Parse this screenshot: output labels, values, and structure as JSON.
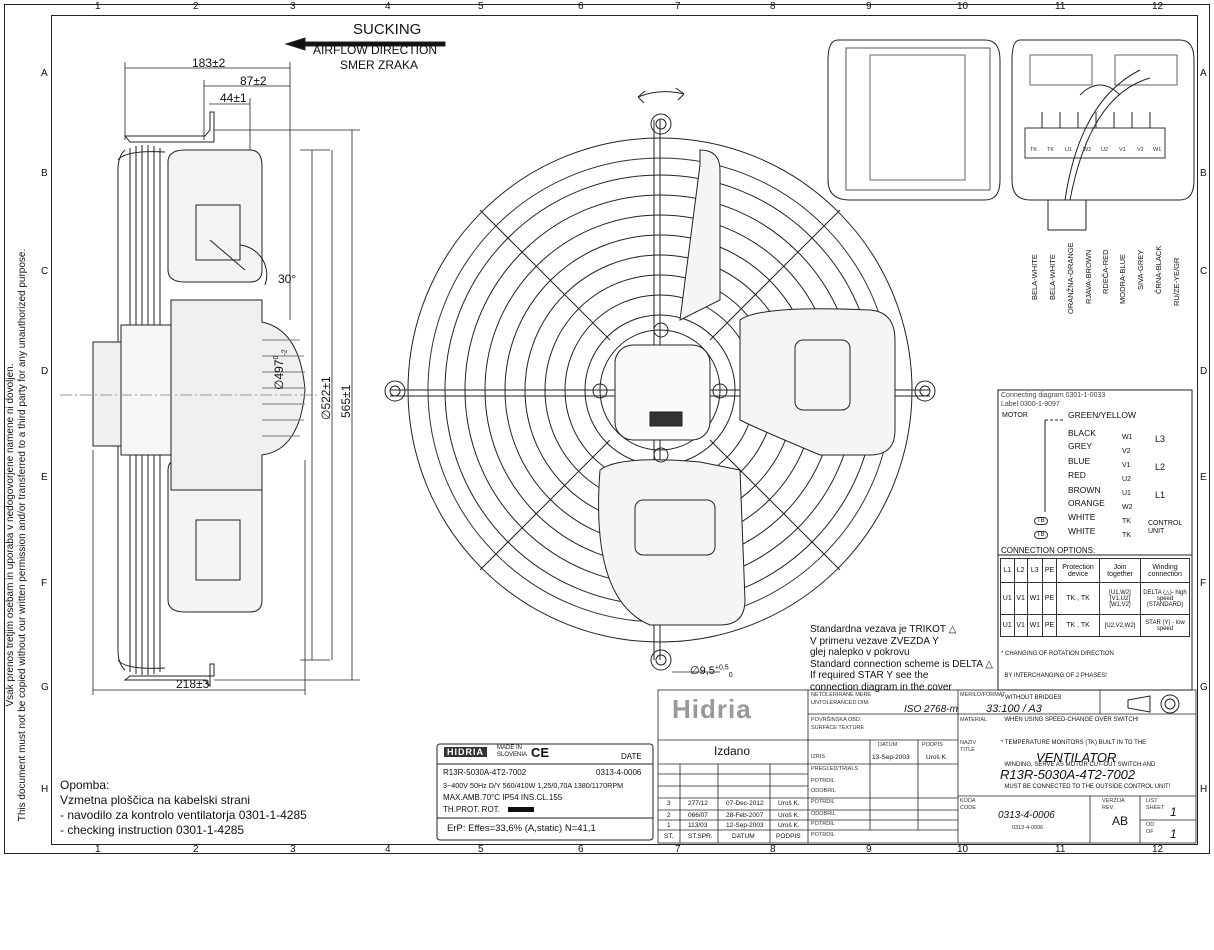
{
  "frame": {
    "col_numbers": [
      "1",
      "2",
      "3",
      "4",
      "5",
      "6",
      "7",
      "8",
      "9",
      "10",
      "11",
      "12"
    ],
    "row_letters": [
      "A",
      "B",
      "C",
      "D",
      "E",
      "F",
      "G",
      "H"
    ],
    "side_text_1": "Vsak prenos tretjim osebam in uporaba v nedogovorjene namene ni dovoljen.",
    "side_text_2": "This document must not be copied without our written permission and/or transferred to a third party for any unauthorized purpose."
  },
  "airflow": {
    "title": "SUCKING",
    "line1": "AIRFLOW DIRECTION",
    "line2": "SMER ZRAKA"
  },
  "dimensions": {
    "d183": "183±2",
    "d87": "87±2",
    "d44": "44±1",
    "angle": "30°",
    "d497": "∅497",
    "d497_tol_up": "0",
    "d497_tol_down": "-2",
    "d522": "∅522±1",
    "d565": "565±1",
    "d218": "218±3",
    "hole": "∅9,5",
    "hole_tol_up": "+0,5",
    "hole_tol_down": "0"
  },
  "wiring": {
    "colors": [
      "BELA-WHITE",
      "BELA-WHITE",
      "ORANŽNA-ORANGE",
      "RJAVA-BROWN",
      "RDEČA-RED",
      "MODRA-BLUE",
      "SIVA-GREY",
      "ČRNA-BLACK",
      "RU/ZE-YE/GR"
    ],
    "connecting_diagram": "Connecting diagram 0301-1-0033",
    "label": "Label 0300-1-9097",
    "motor": "MOTOR",
    "wires": [
      "GREEN/YELLOW",
      "BLACK",
      "GREY",
      "BLUE",
      "RED",
      "BROWN",
      "ORANGE",
      "WHITE",
      "WHITE"
    ],
    "terminals": [
      "W1",
      "V2",
      "V1",
      "U2",
      "U1",
      "W2",
      "TK",
      "TK"
    ],
    "lines": [
      "L3",
      "L2",
      "L1"
    ],
    "control_unit": "CONTROL\nUNIT",
    "tb": "TB",
    "connection_options_title": "CONNECTION OPTIONS:",
    "table_headers": [
      "L1",
      "L2",
      "L3",
      "PE",
      "Protection device",
      "Join together",
      "Winding connection"
    ],
    "table_rows": [
      [
        "U1",
        "V1",
        "W1",
        "PE",
        "TK , TK",
        "[U1,W2] [V1,U2] [W1,V2]",
        "DELTA (△)- high speed (STANDARD)"
      ],
      [
        "U1",
        "V1",
        "W1",
        "PE",
        "TK , TK",
        "[U2,V2,W2]",
        "STAR (Y) - low speed"
      ]
    ],
    "notes": [
      "* CHANGING OF ROTATION DIRECTION",
      "  BY INTERCHANGING OF 2 PHASES!",
      "* WITHOUT BRIDGES",
      "  WHEN USING SPEED-CHANGE OVER SWITCH!",
      "* TEMPERATURE MONITORS (TK) BUILT IN TO THE",
      "  WINDING, SERVE AS MOTOR CUT-OUT SWITCH AND",
      "  MUST BE CONNECTED TO THE OUTSIDE CONTROL UNIT!"
    ],
    "terminal_block_labels": [
      "TK",
      "TK",
      "U1",
      "W2",
      "U2",
      "V1",
      "V2",
      "W1"
    ]
  },
  "standard_note": [
    "Standardna vezava je TRIKOT △",
    "V primeru vezave ZVEZDA Y",
    "glej nalepko v pokrovu",
    "Standard connection scheme is DELTA △",
    "If required STAR Y  see the",
    "connection diagram in the cover"
  ],
  "nameplate": {
    "brand": "HIDRIA",
    "made_in": "MADE IN\nSLOVENIA",
    "ce": "CE",
    "date": "DATE",
    "model": "R13R-5030A-4T2-7002",
    "code": "0313-4-0006",
    "specs": "3~400V 50Hz D/Y 560/410W 1,25/0,70A 1380/1170RPM",
    "amb": "MAX.AMB.70°C IP54 INS.CL.155",
    "thprot": "TH.PROT. ROT.",
    "erp": "ErP: Effes=33,6%  (A,static)  N=41,1"
  },
  "opomba": {
    "title": "Opomba:",
    "l1": "Vzmetna ploščica na kabelski strani",
    "l2": "- navodilo za kontrolo ventilatorja 0301-1-4285",
    "l3": "- checking instruction 0301-1-4285"
  },
  "title_block": {
    "logo": "Hidria",
    "tol_sl": "NETOLERIRANE MERE",
    "tol_en": "UNTOLERANCED DIM.",
    "tol_val": "ISO 2768-m",
    "format_sl": "MERILO/FORMAT",
    "format_val": "33:100 / A3",
    "material": "MATERIAL",
    "surface_sl": "POVRŠINSKA OBD.",
    "surface_en": "SURFACE TEXTURE",
    "izdano": "Izdano",
    "datum": "DATUM",
    "podpis": "PODPIS",
    "draw_date": "13-Sep-2003",
    "draw_sign": "Uroš K.",
    "naziv_sl": "NAZIV",
    "naziv_en": "TITLE",
    "title1": "VENTILATOR",
    "title2": "R13R-5030A-4T2-7002",
    "koda_sl": "KODA",
    "koda_en": "CODE",
    "code": "0313-4-0006",
    "code_small": "0313-4-0006",
    "verzija": "VERZIJA",
    "rev": "REV.",
    "rev_val": "AB",
    "list": "LIST",
    "sheet": "SHEET",
    "sheet_val": "1",
    "od": "OD",
    "of": "OF",
    "of_val": "1",
    "st": "ST.",
    "st_spr": "ST.SPR.",
    "datum2": "DATUM",
    "podpis2": "PODPIS",
    "revisions": [
      [
        "3",
        "277/12",
        "07-Dec-2012",
        "Uroš K."
      ],
      [
        "2",
        "066/07",
        "28-Feb-2007",
        "Uroš K."
      ],
      [
        "1",
        "113/03",
        "12-Sep-2003",
        "Uroš K."
      ]
    ],
    "role_labels": [
      "IZRIS",
      "PREGLED/TRIALS",
      "POTRDIL",
      "ODOBRIL",
      "POTRDIL",
      "ODOBRIL",
      "POTRDIL",
      "POTRDIL"
    ]
  }
}
